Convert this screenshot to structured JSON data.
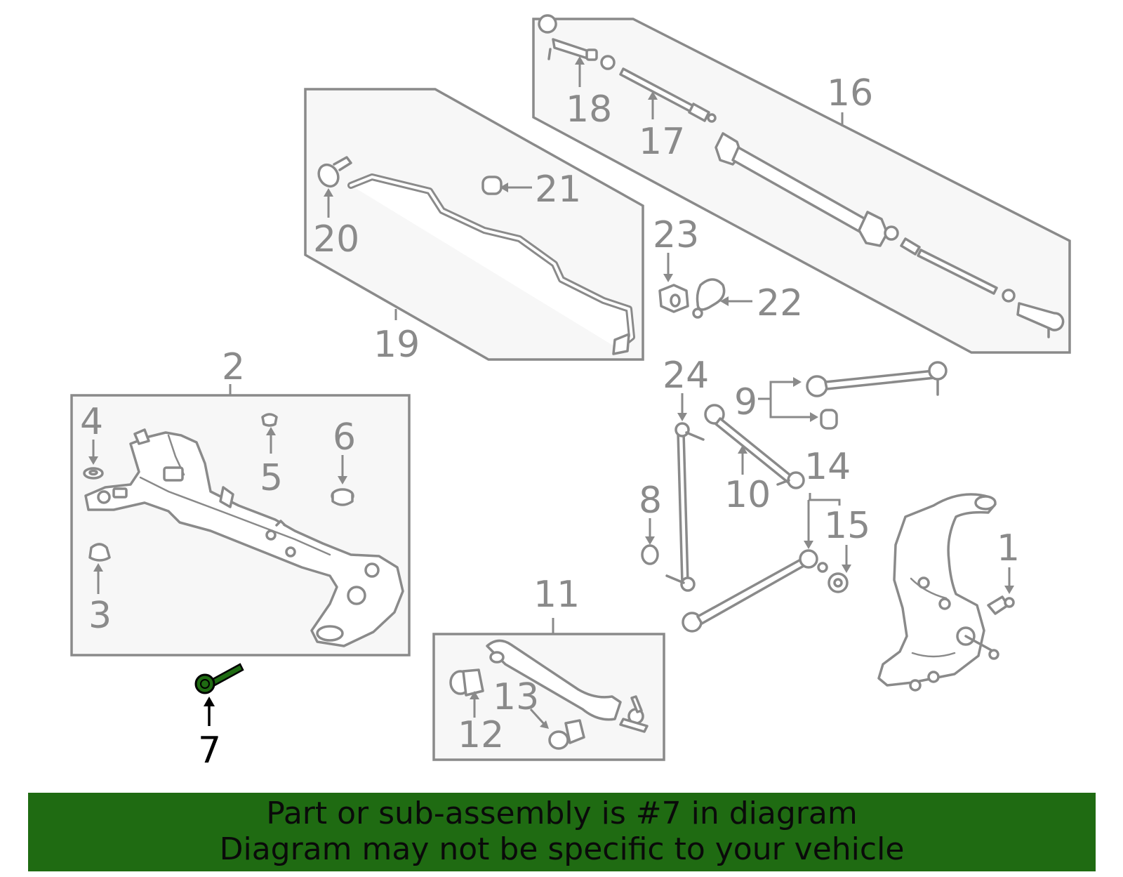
{
  "diagram": {
    "callouts": {
      "c1": "1",
      "c2": "2",
      "c3": "3",
      "c4": "4",
      "c5": "5",
      "c6": "6",
      "c7": "7",
      "c8": "8",
      "c9": "9",
      "c10": "10",
      "c11": "11",
      "c12": "12",
      "c13": "13",
      "c14": "14",
      "c15": "15",
      "c16": "16",
      "c17": "17",
      "c18": "18",
      "c19": "19",
      "c20": "20",
      "c21": "21",
      "c22": "22",
      "c23": "23",
      "c24": "24"
    },
    "highlighted_part": "7"
  },
  "banner": {
    "line1": "Part or sub-assembly is #7 in diagram",
    "line2": "Diagram may not be specific to your vehicle"
  },
  "colors": {
    "banner_background": "#1f6b12",
    "highlight_part": "#1f6b12",
    "line_art": "#8a8a8a"
  }
}
